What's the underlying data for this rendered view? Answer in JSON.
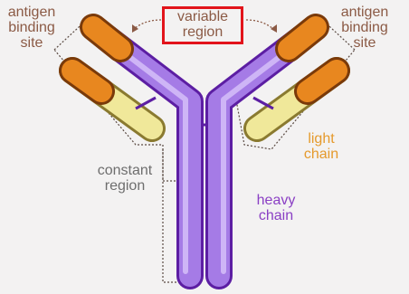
{
  "labels": {
    "antigen_left": [
      "antigen",
      "binding",
      "site"
    ],
    "antigen_right": [
      "antigen",
      "binding",
      "site"
    ],
    "variable_region": [
      "variable",
      "region"
    ],
    "constant_region": [
      "constant",
      "region"
    ],
    "light_chain": [
      "light",
      "chain"
    ],
    "heavy_chain": [
      "heavy",
      "chain"
    ]
  },
  "colors": {
    "heavy_chain": "#a57be6",
    "heavy_chain_outline": "#5c1ea3",
    "light_chain": "#f0e89a",
    "variable_tip": "#e8871f",
    "highlight_box": "#e2141b",
    "background": "#f3f2f2"
  }
}
